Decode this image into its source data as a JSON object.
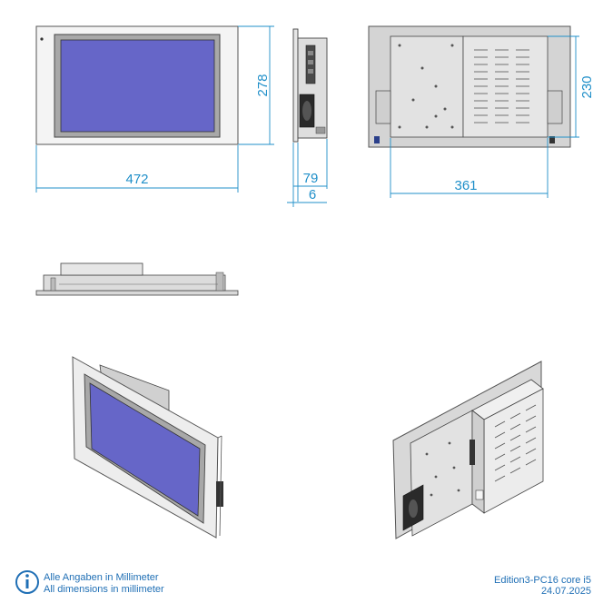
{
  "dimensions": {
    "front_width": "472",
    "front_height": "278",
    "side_depth": "79",
    "side_frame": "6",
    "rear_width": "361",
    "rear_height": "230"
  },
  "footer": {
    "note_de": "Alle Angaben in Millimeter",
    "note_en": "All dimensions in millimeter",
    "model": "Edition3-PC16 core i5",
    "date": "24.07.2025"
  },
  "colors": {
    "dimension_line": "#1f8fc9",
    "screen": "#6666c8",
    "housing": "#d8d8d8",
    "info_icon": "#1f6fb5"
  }
}
